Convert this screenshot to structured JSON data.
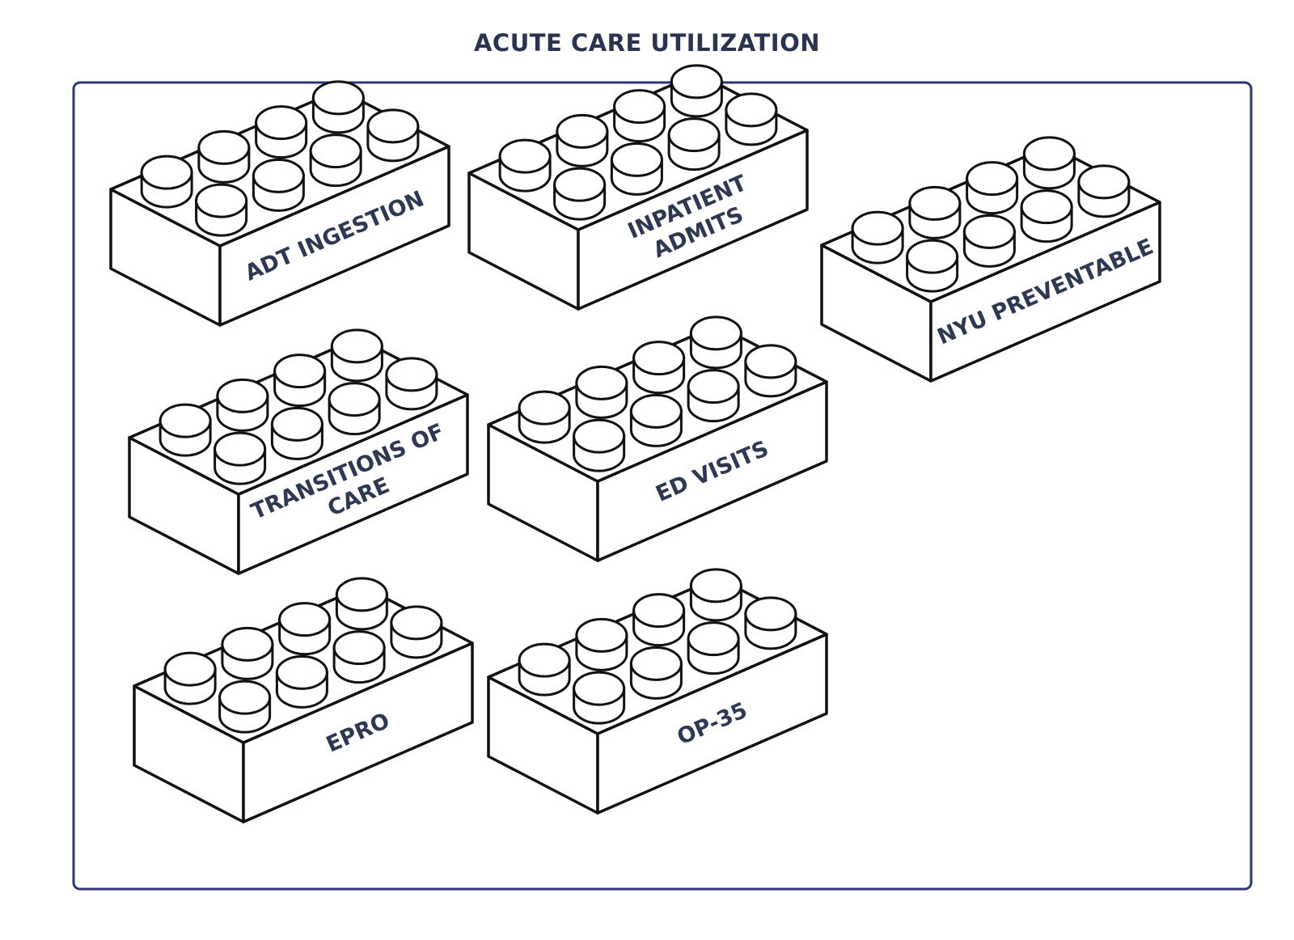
{
  "title": "ACUTE CARE UTILIZATION",
  "colors": {
    "frame": "#2c3577",
    "outline": "#111111",
    "text": "#2f3852"
  },
  "bricks": [
    {
      "name": "adt-ingestion-brick",
      "lines": [
        "ADT INGESTION"
      ]
    },
    {
      "name": "inpatient-admits-brick",
      "lines": [
        "INPATIENT",
        "ADMITS"
      ]
    },
    {
      "name": "nyu-preventable-brick",
      "lines": [
        "NYU PREVENTABLE"
      ]
    },
    {
      "name": "transitions-of-care-brick",
      "lines": [
        "TRANSITIONS OF",
        "CARE"
      ]
    },
    {
      "name": "ed-visits-brick",
      "lines": [
        "ED VISITS"
      ]
    },
    {
      "name": "epro-brick",
      "lines": [
        "EPRO"
      ]
    },
    {
      "name": "op-35-brick",
      "lines": [
        "OP-35"
      ]
    }
  ]
}
